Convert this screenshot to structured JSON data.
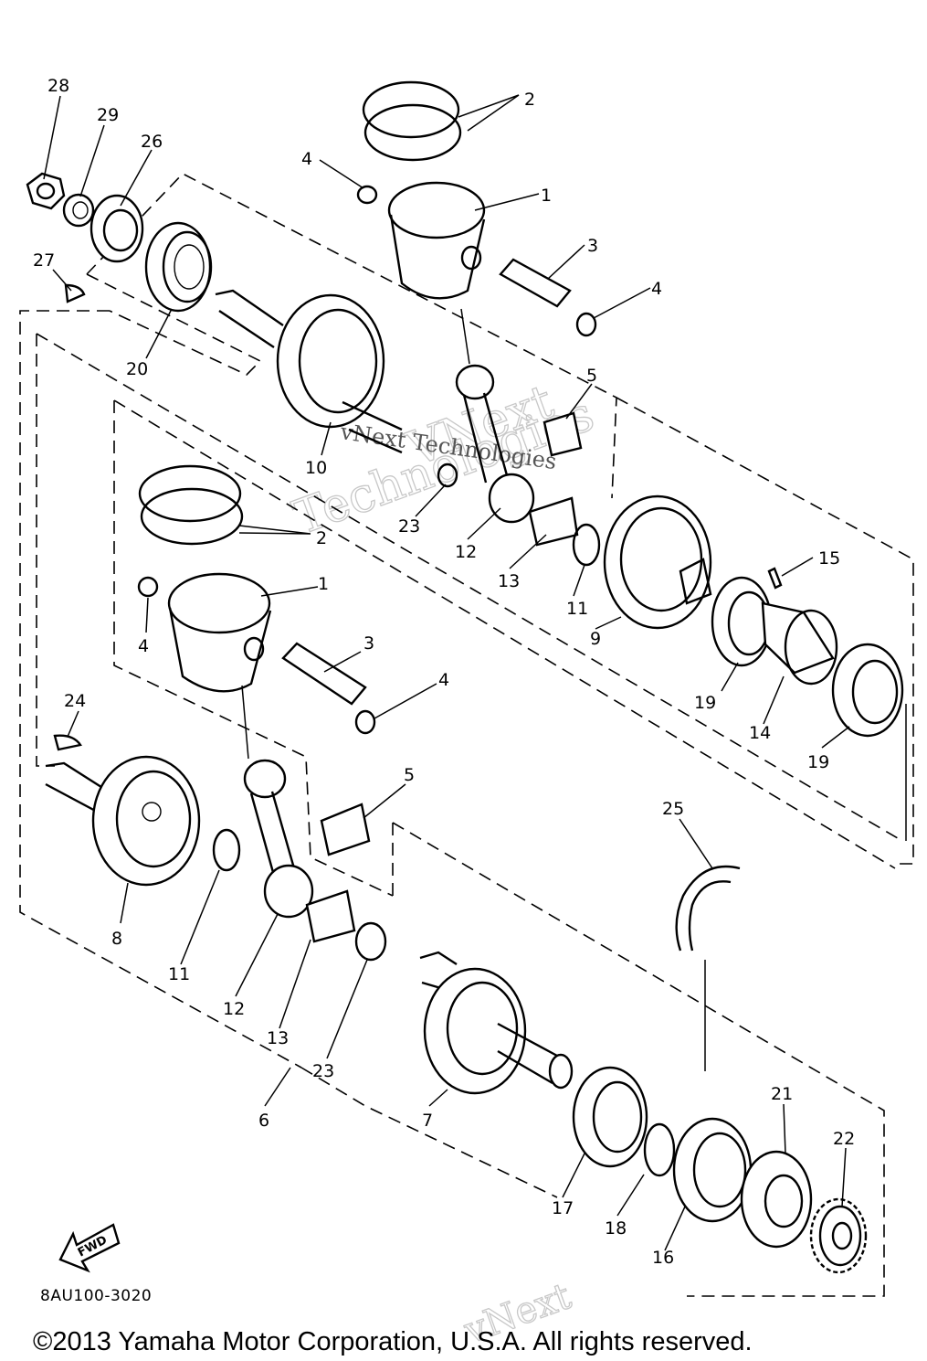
{
  "callouts": [
    {
      "id": "c28",
      "text": "28"
    },
    {
      "id": "c29",
      "text": "29"
    },
    {
      "id": "c26",
      "text": "26"
    },
    {
      "id": "c27",
      "text": "27"
    },
    {
      "id": "c20",
      "text": "20"
    },
    {
      "id": "c2a",
      "text": "2"
    },
    {
      "id": "c4a",
      "text": "4"
    },
    {
      "id": "c1a",
      "text": "1"
    },
    {
      "id": "c3a",
      "text": "3"
    },
    {
      "id": "c4b",
      "text": "4"
    },
    {
      "id": "c5a",
      "text": "5"
    },
    {
      "id": "c10",
      "text": "10"
    },
    {
      "id": "c23a",
      "text": "23"
    },
    {
      "id": "c12a",
      "text": "12"
    },
    {
      "id": "c13a",
      "text": "13"
    },
    {
      "id": "c11a",
      "text": "11"
    },
    {
      "id": "c9",
      "text": "9"
    },
    {
      "id": "c15",
      "text": "15"
    },
    {
      "id": "c19a",
      "text": "19"
    },
    {
      "id": "c14",
      "text": "14"
    },
    {
      "id": "c19b",
      "text": "19"
    },
    {
      "id": "c2b",
      "text": "2"
    },
    {
      "id": "c1b",
      "text": "1"
    },
    {
      "id": "c4c",
      "text": "4"
    },
    {
      "id": "c3b",
      "text": "3"
    },
    {
      "id": "c4d",
      "text": "4"
    },
    {
      "id": "c24",
      "text": "24"
    },
    {
      "id": "c5b",
      "text": "5"
    },
    {
      "id": "c25",
      "text": "25"
    },
    {
      "id": "c8",
      "text": "8"
    },
    {
      "id": "c11b",
      "text": "11"
    },
    {
      "id": "c12b",
      "text": "12"
    },
    {
      "id": "c13b",
      "text": "13"
    },
    {
      "id": "c23b",
      "text": "23"
    },
    {
      "id": "c6",
      "text": "6"
    },
    {
      "id": "c7",
      "text": "7"
    },
    {
      "id": "c17",
      "text": "17"
    },
    {
      "id": "c18",
      "text": "18"
    },
    {
      "id": "c16",
      "text": "16"
    },
    {
      "id": "c21",
      "text": "21"
    },
    {
      "id": "c22",
      "text": "22"
    }
  ],
  "fwd_label": "FWD",
  "diagram_code": "8AU100-3020",
  "copyright": "©2013 Yamaha Motor Corporation, U.S.A. All rights reserved.",
  "watermark": {
    "large_1": "VNext",
    "large_2": "Technologies",
    "small": "vNext Technologies",
    "bottom": "vNext"
  }
}
